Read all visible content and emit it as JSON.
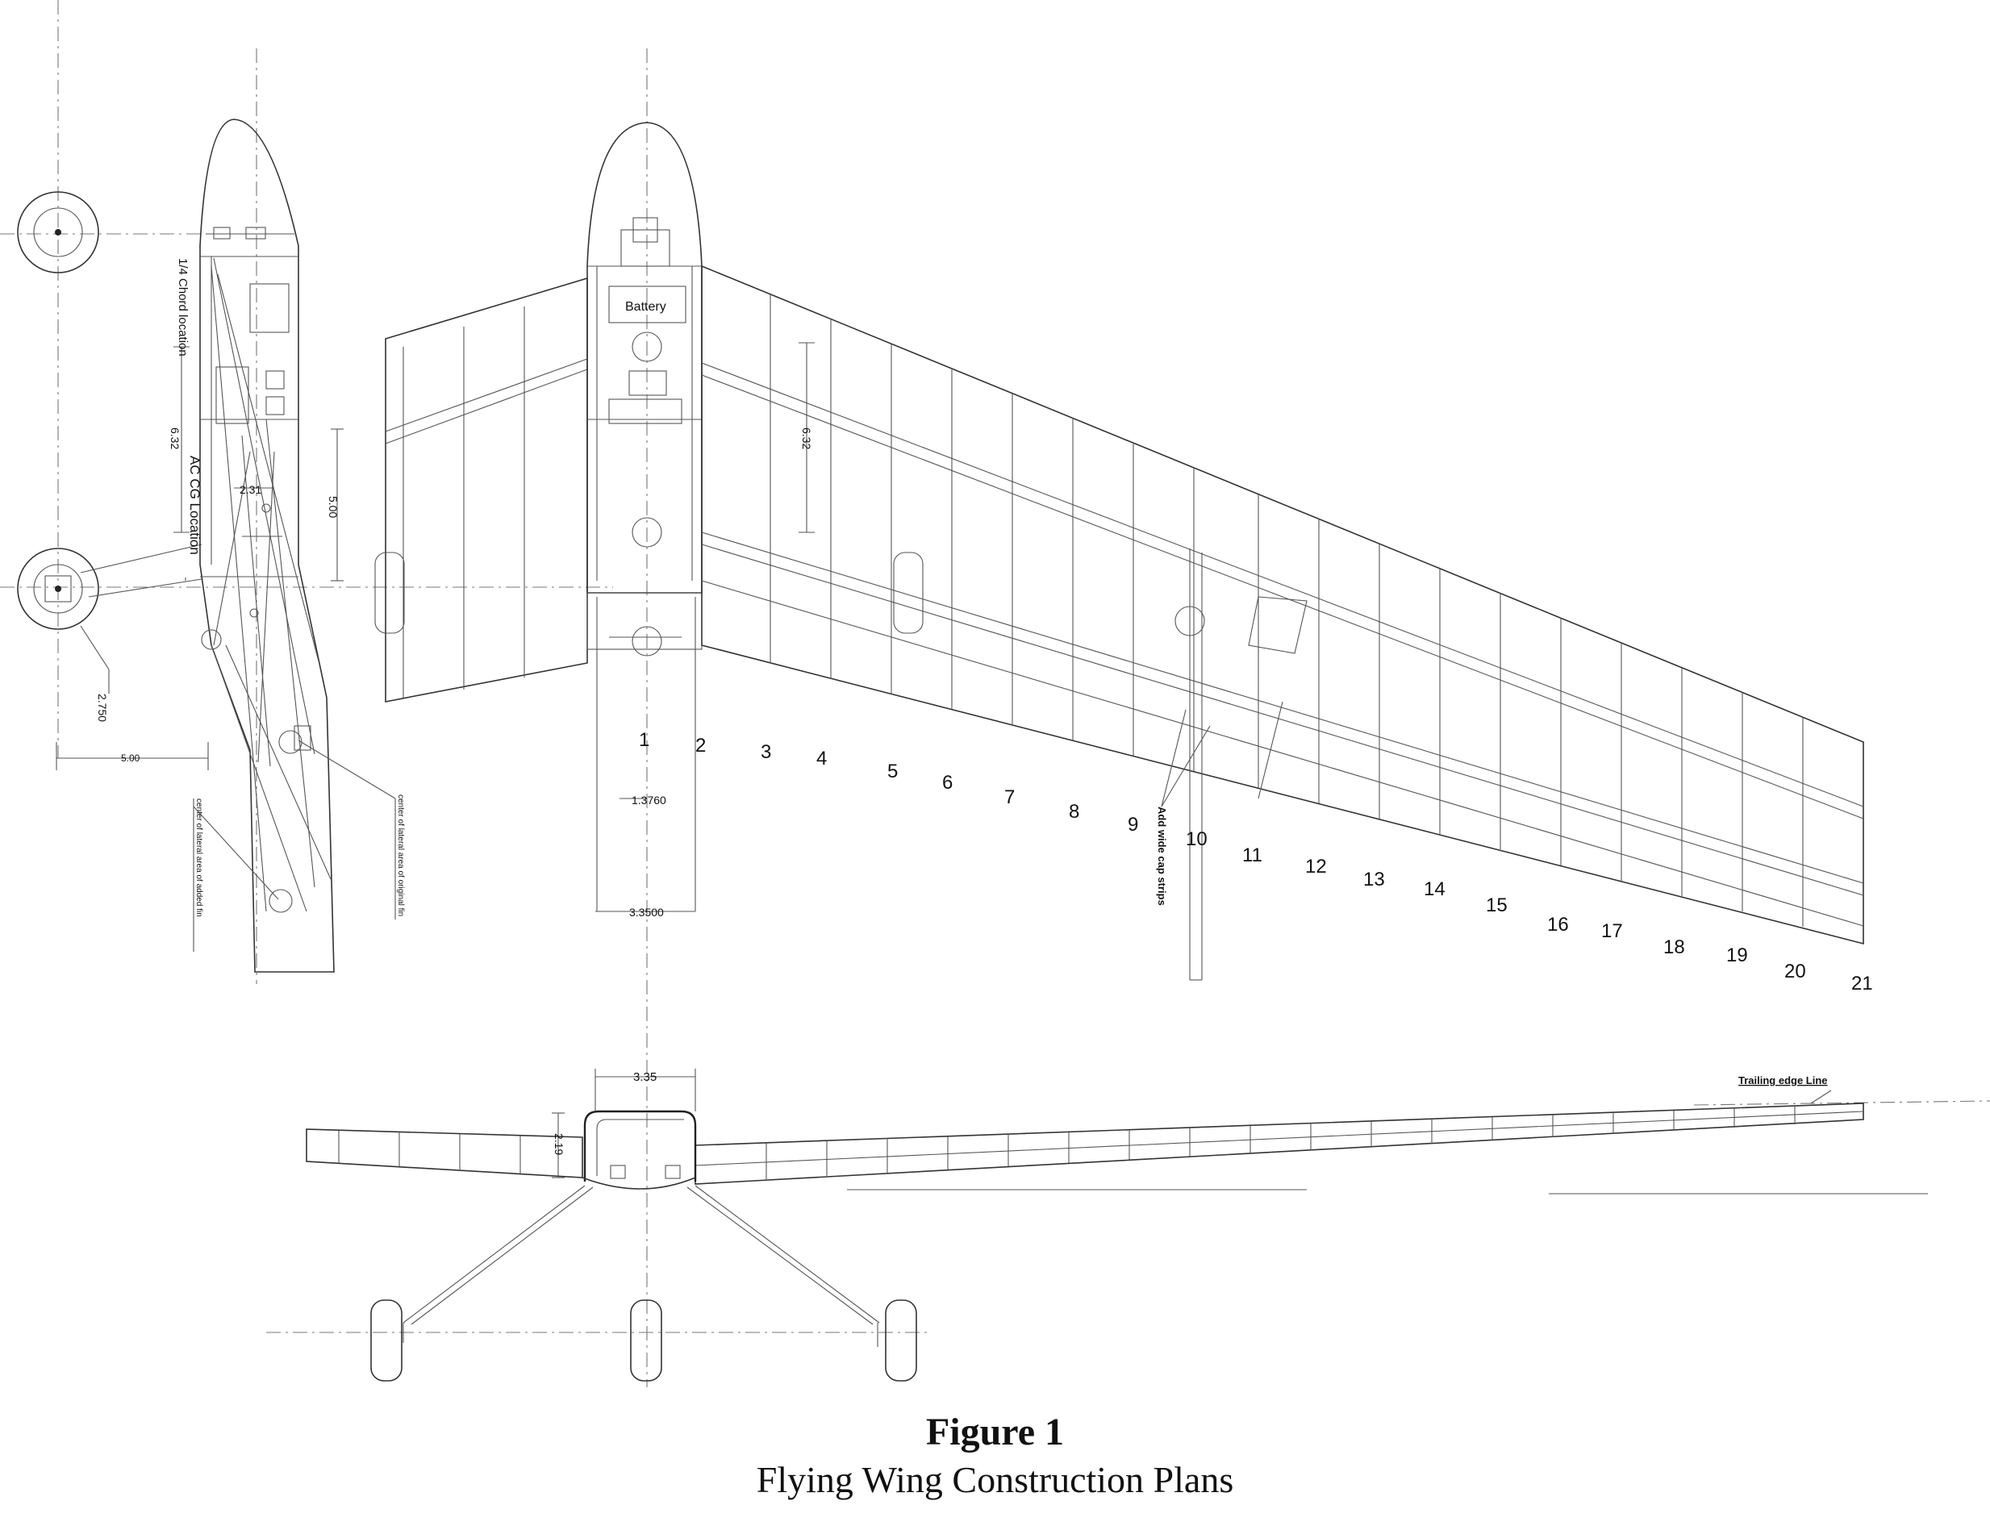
{
  "figure": {
    "title": "Figure 1",
    "subtitle": "Flying Wing Construction Plans"
  },
  "side_view": {
    "quarter_chord_label": "1/4 Chord location",
    "ac_cg_label": "AC CG Location",
    "dim_6_32": "6.32",
    "dim_2_31": "2.31",
    "dim_5_00_vertical": "5.00",
    "dim_5_00_horizontal": "5.00",
    "wheel_dim": "2.750",
    "original_fin_label": "center of lateral area of original fin",
    "added_fin_label": "center of lateral area of added fin"
  },
  "top_view": {
    "battery_label": "Battery",
    "dim_6_32": "6.32",
    "dim_1_3760": "1.3760",
    "dim_3_3500": "3.3500",
    "cap_strip_label": "Add wide cap strips",
    "rib_numbers": [
      "1",
      "2",
      "3",
      "4",
      "5",
      "6",
      "7",
      "8",
      "9",
      "10",
      "11",
      "12",
      "13",
      "14",
      "15",
      "16",
      "17",
      "18",
      "19",
      "20",
      "21"
    ]
  },
  "front_view": {
    "dim_3_35": "3.35",
    "dim_2_19": "2.19",
    "trailing_edge_label": "Trailing edge Line"
  }
}
